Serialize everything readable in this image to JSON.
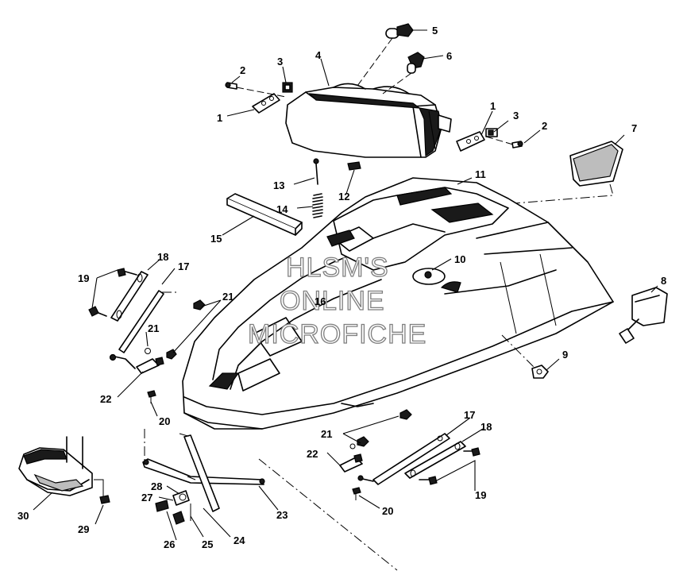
{
  "watermark": {
    "line1": "HLSM'S",
    "line2": "ONLINE",
    "line3": "MICROFICHE"
  },
  "callouts": {
    "c1a": "1",
    "c1b": "1",
    "c2a": "2",
    "c2b": "2",
    "c3a": "3",
    "c3b": "3",
    "c4": "4",
    "c5": "5",
    "c6": "6",
    "c7": "7",
    "c8": "8",
    "c9": "9",
    "c10": "10",
    "c11": "11",
    "c12": "12",
    "c13": "13",
    "c14": "14",
    "c15": "15",
    "c16": "16",
    "c17a": "17",
    "c17b": "17",
    "c18a": "18",
    "c18b": "18",
    "c19a": "19",
    "c19b": "19",
    "c20a": "20",
    "c20b": "20",
    "c21a": "21",
    "c21b": "21",
    "c21c": "21",
    "c22a": "22",
    "c22b": "22",
    "c23": "23",
    "c24": "24",
    "c25": "25",
    "c26": "26",
    "c27": "27",
    "c28": "28",
    "c29": "29",
    "c30": "30"
  }
}
